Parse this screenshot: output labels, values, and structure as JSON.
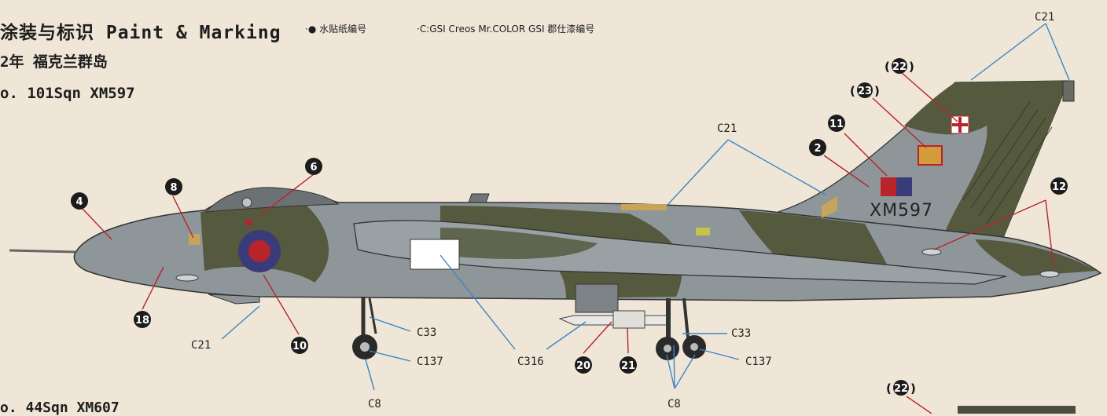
{
  "header": {
    "title": "涂装与标识 Paint & Marking",
    "legend_decal": "·● 水贴纸编号",
    "legend_color": "·C:GSI Creos Mr.COLOR GSI 郡仕漆编号",
    "scheme_year": "2年 福克兰群岛",
    "squadron": "o. 101Sqn XM597",
    "next_squadron": "o. 44Sqn XM607"
  },
  "aircraft": {
    "registration": "XM597"
  },
  "callouts": {
    "c21_fin": "C21",
    "c21_spine": "C21",
    "c21_belly": "C21",
    "c33_nose": "C33",
    "c137_nose": "C137",
    "c8_nose": "C8",
    "c316": "C316",
    "c33_main": "C33",
    "c137_main": "C137",
    "c8_main": "C8",
    "d22": "22",
    "d23": "23",
    "d22_next": "22",
    "d11": "11",
    "d2": "2",
    "d12": "12",
    "d6": "6",
    "d8": "8",
    "d4": "4",
    "d18": "18",
    "d10": "10",
    "d20": "20",
    "d21": "21"
  },
  "colors": {
    "background": "#efe6d7",
    "dark_sea_grey": "#8f969a",
    "dark_green": "#555a3f",
    "roundel_red": "#b7252b",
    "roundel_blue": "#3a3c7a",
    "leader_line": "#3b86c4"
  }
}
